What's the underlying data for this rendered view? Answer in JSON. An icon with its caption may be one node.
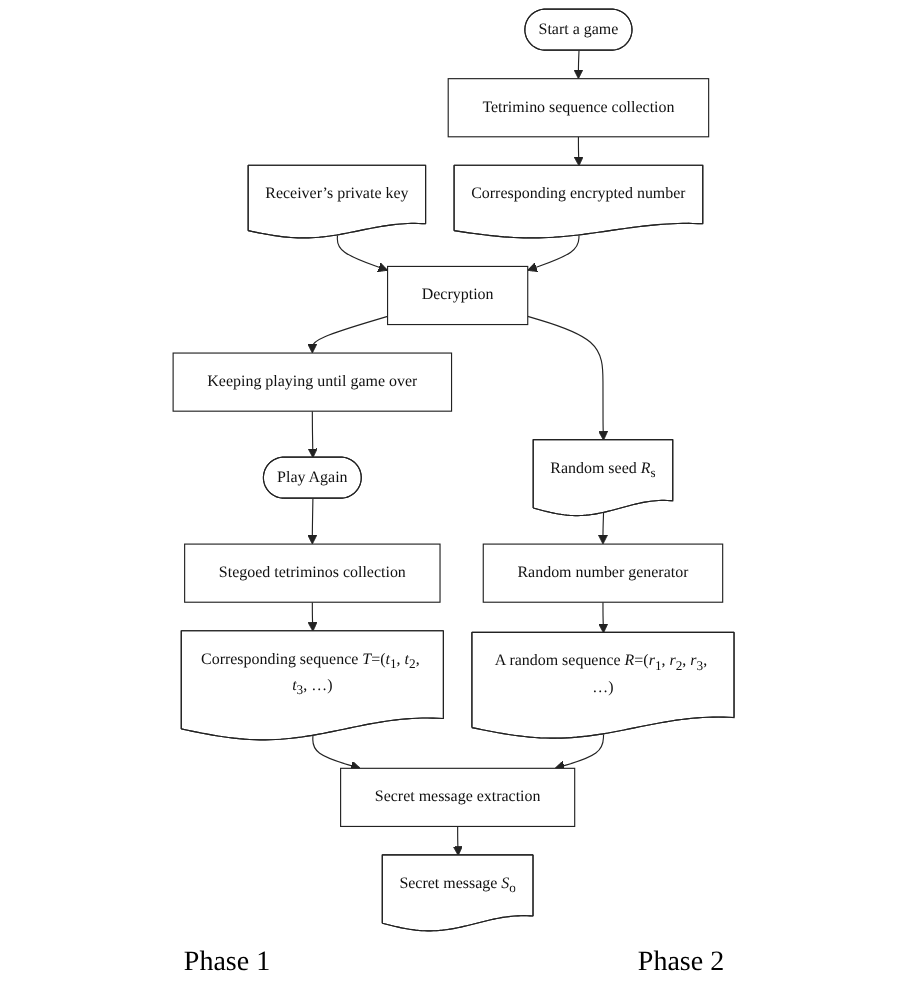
{
  "diagram": {
    "nodes": [
      {
        "text": [
          "Start a game"
        ]
      },
      {
        "text": [
          "Tetrimino sequence collection"
        ]
      },
      {
        "text": [
          "Receiver’s private key"
        ]
      },
      {
        "text": [
          "Corresponding encrypted number"
        ]
      },
      {
        "text": [
          "Decryption"
        ]
      },
      {
        "text": [
          "Keeping playing until game over"
        ]
      },
      {
        "text": [
          "Random seed *R*$_{s}$"
        ]
      },
      {
        "text": [
          "Play Again"
        ]
      },
      {
        "text": [
          "Stegoed tetriminos collection"
        ]
      },
      {
        "text": [
          "Random number generator"
        ]
      },
      {
        "text": [
          "Corresponding sequence *T*=(*t*$_{1}$, *t*$_{2}$, *t*$_{3}$, …)"
        ]
      },
      {
        "text": [
          "Secret message extraction"
        ]
      },
      {
        "text": [
          "A random sequence *R*=(*r*$_{1}$, *r*$_{2}$, *r*$_{3}$, …)"
        ]
      },
      {
        "text": [
          "Secret message *S*$_{o}$"
        ]
      }
    ],
    "edges": [
      {
        "from": 0,
        "to": 1,
        "arrow": "to"
      },
      {
        "from": 1,
        "to": 3,
        "arrow": "to"
      },
      {
        "from": 2,
        "to": 4,
        "arrow": "to"
      },
      {
        "from": 3,
        "to": 4,
        "arrow": "to"
      },
      {
        "from": 4,
        "to": 5,
        "arrow": "to"
      },
      {
        "from": 4,
        "to": 6,
        "arrow": "to"
      },
      {
        "from": 5,
        "to": 7,
        "arrow": "to"
      },
      {
        "from": 7,
        "to": 8,
        "arrow": "to"
      },
      {
        "from": 6,
        "to": 9,
        "arrow": "to"
      },
      {
        "from": 8,
        "to": 10,
        "arrow": "to"
      },
      {
        "from": 9,
        "to": 12,
        "arrow": "to"
      },
      {
        "from": 10,
        "to": 11,
        "arrow": "to"
      },
      {
        "from": 12,
        "to": 11,
        "arrow": "to"
      },
      {
        "from": 11,
        "to": 13,
        "arrow": "to"
      }
    ],
    "labels": [
      "Phase 1",
      "Phase 2"
    ]
  }
}
